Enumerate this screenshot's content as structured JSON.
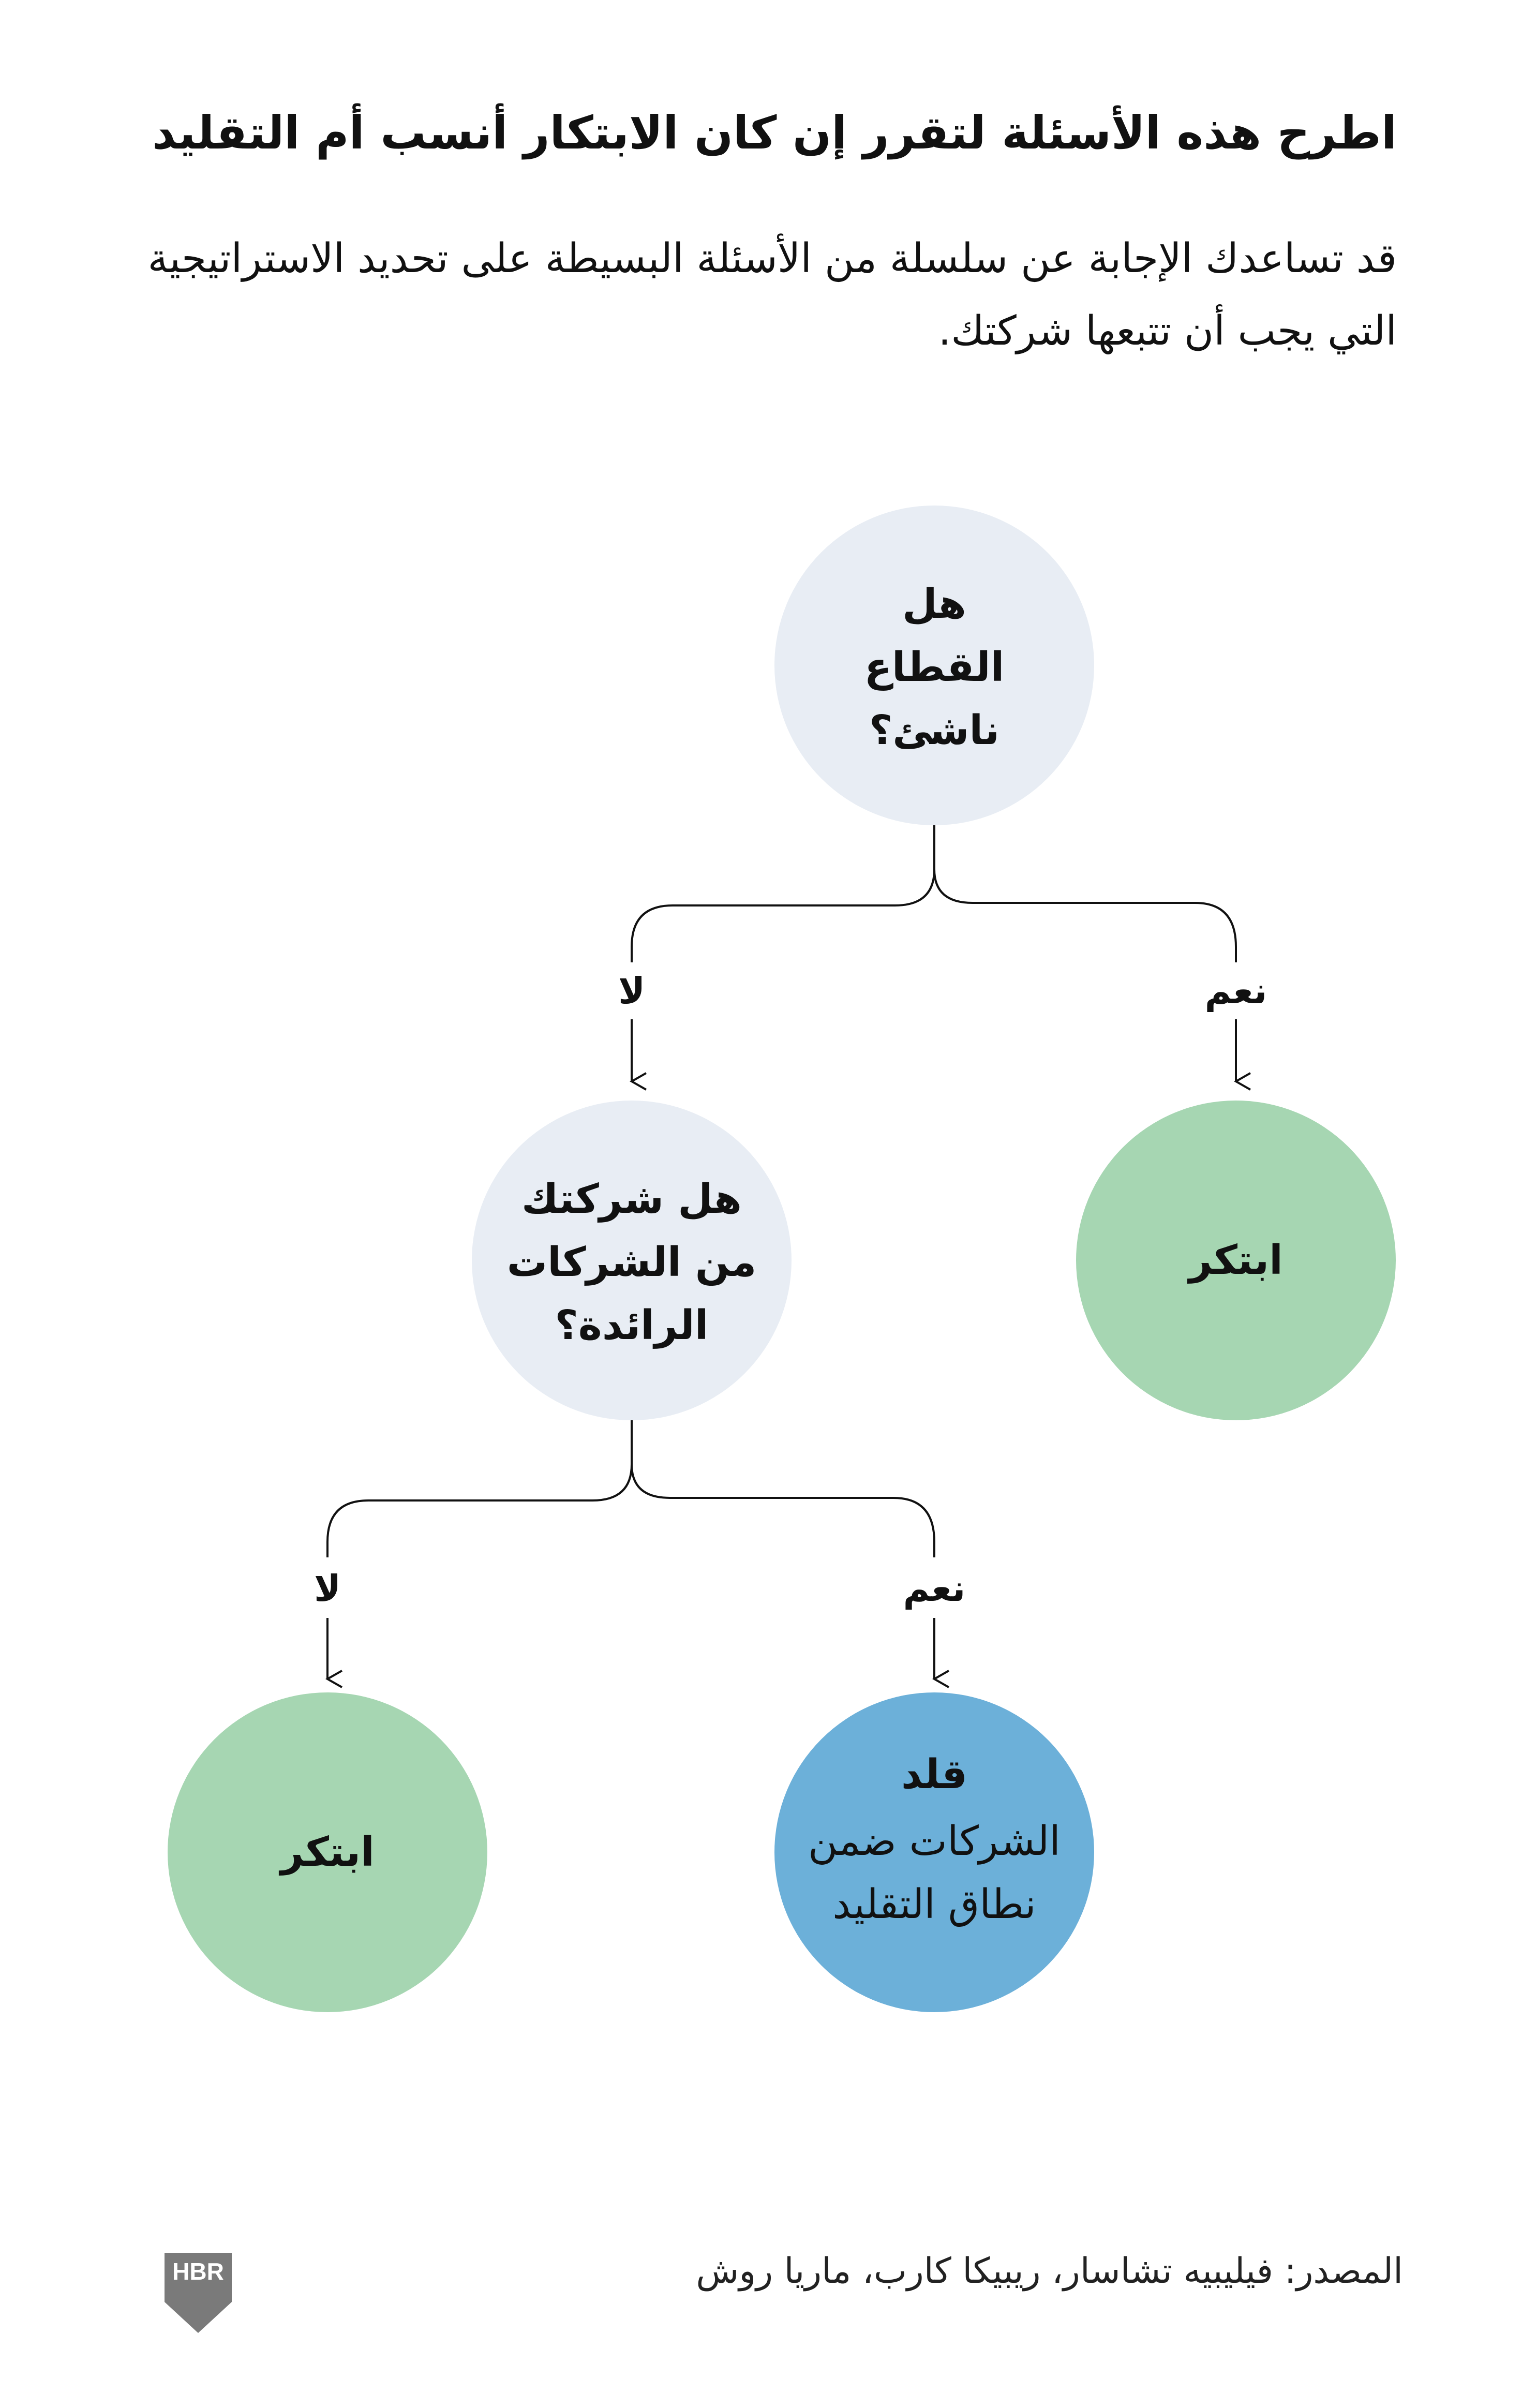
{
  "header": {
    "title": "اطرح هذه الأسئلة لتقرر إن كان الابتكار أنسب أم التقليد",
    "subtitle": "قد تساعدك الإجابة عن سلسلة من الأسئلة البسيطة على تحديد الاستراتيجية التي يجب أن تتبعها شركتك."
  },
  "nodes": {
    "q1": "هل القطاع ناشئ؟",
    "q2": "هل شركتك من الشركات الرائدة؟",
    "innovate_1": "ابتكر",
    "innovate_2": "ابتكر",
    "imitate_title": "قلد",
    "imitate_body": "الشركات ضمن نطاق التقليد"
  },
  "branches": {
    "q1_yes": "نعم",
    "q1_no": "لا",
    "q2_yes": "نعم",
    "q2_no": "لا"
  },
  "footer": {
    "source": "المصدر: فيليبيه تشاسار، ريبيكا كارب، ماريا روش",
    "logo_text": "HBR"
  },
  "colors": {
    "question": "#e8edf4",
    "innovate": "#a6d6b2",
    "imitate": "#6cb0d9",
    "logo": "#7a7a7a"
  }
}
